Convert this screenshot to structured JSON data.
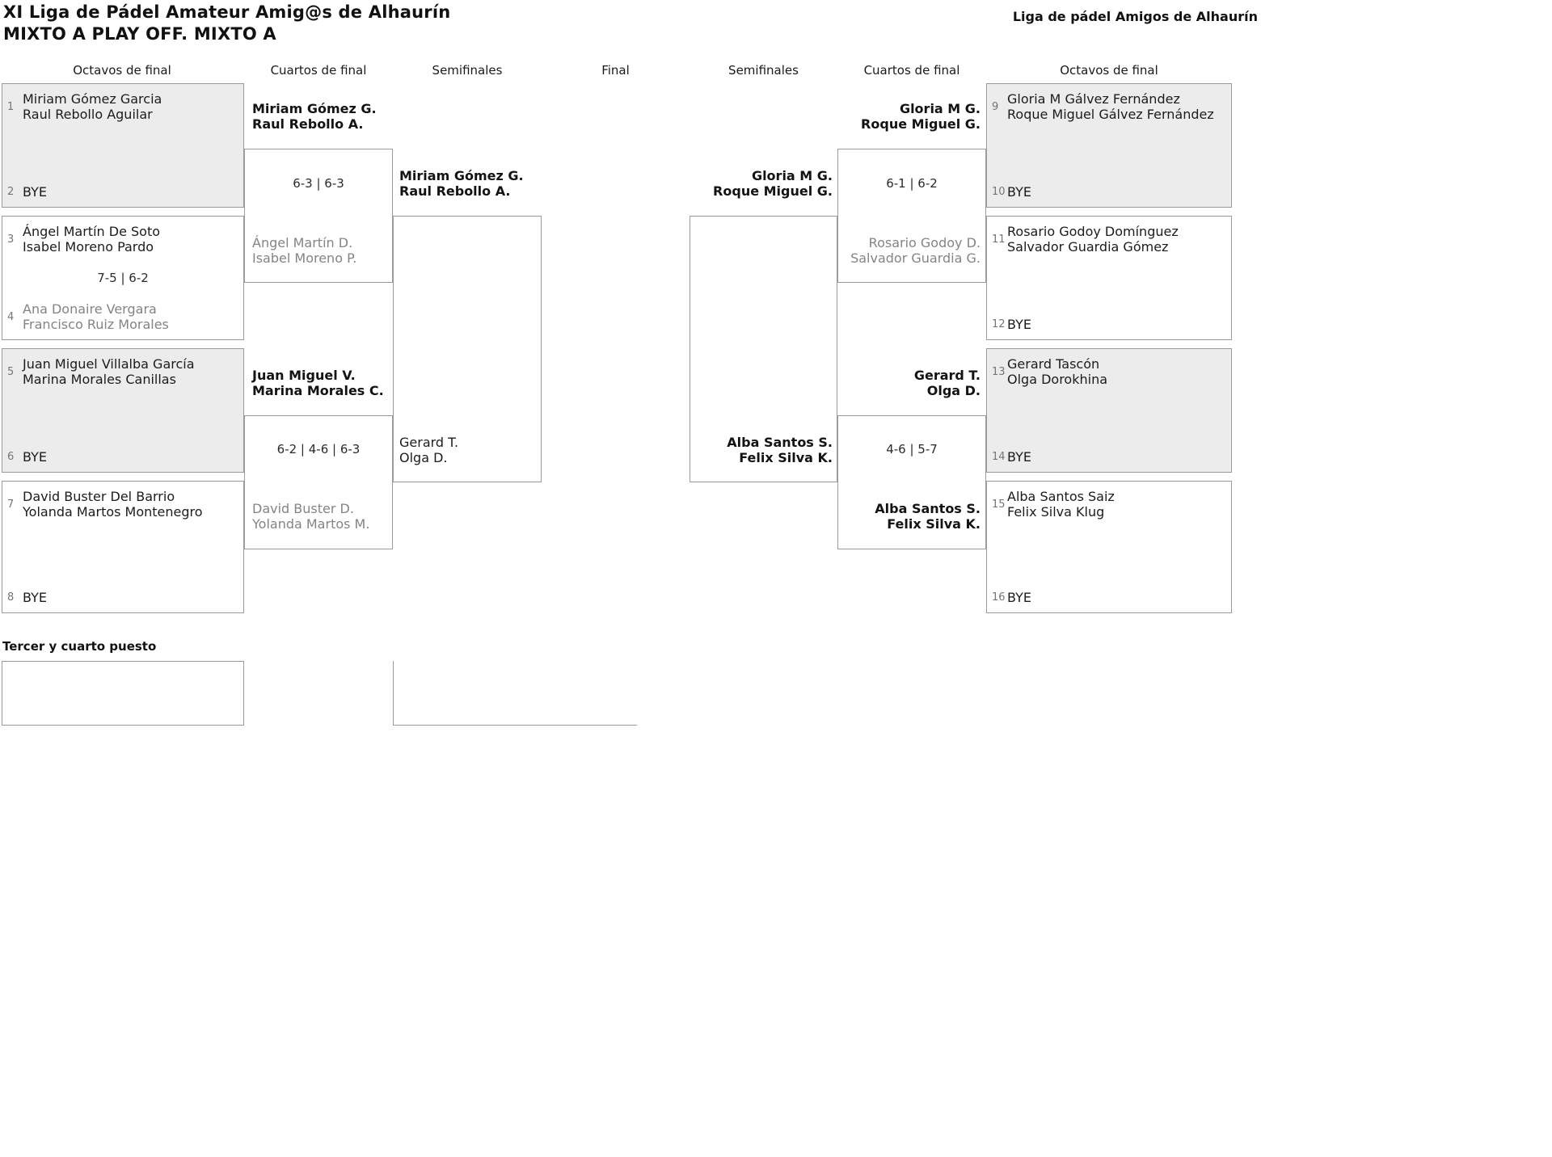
{
  "header": {
    "title": "XI Liga de Pádel Amateur Amig@s de Alhaurín",
    "subtitle": "MIXTO A PLAY OFF. MIXTO A",
    "brand": "Liga de pádel Amigos de Alhaurín"
  },
  "round_headers": [
    "Octavos de final",
    "Cuartos de final",
    "Semifinales",
    "Final",
    "Semifinales",
    "Cuartos de final",
    "Octavos de final"
  ],
  "colors": {
    "shaded_row_bg": "#ececec",
    "box_border": "#9b9b9b",
    "eliminated_text": "#848484"
  },
  "left": {
    "octavos": [
      {
        "seed_top": "1",
        "top1": "Miriam Gómez Garcia",
        "top2": "Raul Rebollo Aguilar",
        "score": "",
        "seed_bottom": "2",
        "bottom1": "BYE",
        "bottom2": ""
      },
      {
        "seed_top": "3",
        "top1": "Ángel Martín De Soto",
        "top2": "Isabel Moreno Pardo",
        "score": "7-5 | 6-2",
        "seed_bottom": "4",
        "bottom1": "Ana Donaire Vergara",
        "bottom2": "Francisco Ruiz Morales"
      },
      {
        "seed_top": "5",
        "top1": "Juan Miguel Villalba García",
        "top2": "Marina Morales Canillas",
        "score": "",
        "seed_bottom": "6",
        "bottom1": "BYE",
        "bottom2": ""
      },
      {
        "seed_top": "7",
        "top1": "David Buster Del Barrio",
        "top2": "Yolanda Martos Montenegro",
        "score": "",
        "seed_bottom": "8",
        "bottom1": "BYE",
        "bottom2": ""
      }
    ],
    "cuartos": [
      {
        "top1": "Miriam Gómez G.",
        "top2": "Raul Rebollo A.",
        "score": "6-3 | 6-3",
        "bottom1": "Ángel Martín D.",
        "bottom2": "Isabel Moreno P."
      },
      {
        "top1": "Juan Miguel V.",
        "top2": "Marina Morales C.",
        "score": "6-2 | 4-6 | 6-3",
        "bottom1": "David Buster D.",
        "bottom2": "Yolanda Martos M."
      }
    ],
    "semifinal": {
      "top1": "Miriam Gómez G.",
      "top2": "Raul Rebollo A.",
      "bottom1": "Gerard T.",
      "bottom2": "Olga D."
    }
  },
  "right": {
    "octavos": [
      {
        "seed_top": "9",
        "top1": "Gloria M Gálvez Fernández",
        "top2": "Roque Miguel Gálvez Fernández",
        "score": "",
        "seed_bottom": "10",
        "bottom1": "BYE",
        "bottom2": ""
      },
      {
        "seed_top": "11",
        "top1": "Rosario Godoy Domínguez",
        "top2": "Salvador Guardia Gómez",
        "score": "",
        "seed_bottom": "12",
        "bottom1": "BYE",
        "bottom2": ""
      },
      {
        "seed_top": "13",
        "top1": "Gerard Tascón",
        "top2": "Olga Dorokhina",
        "score": "",
        "seed_bottom": "14",
        "bottom1": "BYE",
        "bottom2": ""
      },
      {
        "seed_top": "15",
        "top1": "Alba Santos Saiz",
        "top2": "Felix Silva Klug",
        "score": "",
        "seed_bottom": "16",
        "bottom1": "BYE",
        "bottom2": ""
      }
    ],
    "cuartos": [
      {
        "top1": "Gloria M G.",
        "top2": "Roque Miguel G.",
        "score": "6-1 | 6-2",
        "bottom1": "Rosario Godoy D.",
        "bottom2": "Salvador Guardia G."
      },
      {
        "top1": "Gerard T.",
        "top2": "Olga D.",
        "score": "4-6 | 5-7",
        "bottom1": "Alba Santos S.",
        "bottom2": "Felix Silva K."
      }
    ],
    "semifinal": {
      "top1": "Gloria M G.",
      "top2": "Roque Miguel G.",
      "bottom1": "Alba Santos S.",
      "bottom2": "Felix Silva K."
    }
  },
  "third_place": {
    "label": "Tercer y cuarto puesto"
  }
}
